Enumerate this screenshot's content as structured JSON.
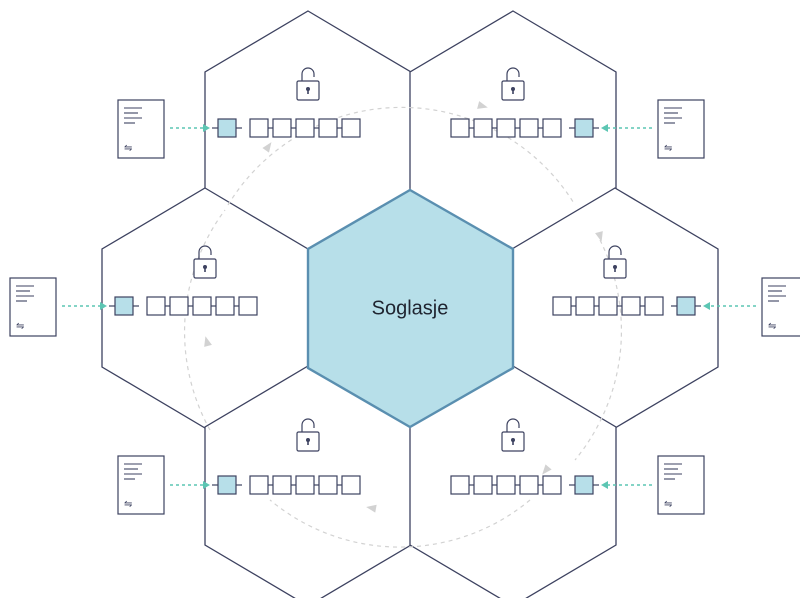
{
  "diagram": {
    "center_label": "Soglasje",
    "colors": {
      "center_fill": "#b7dfe9",
      "center_stroke": "#5a8fb0",
      "accent_fill": "#b7dfe9",
      "arrow": "#5cc6b3"
    },
    "nodes": [
      {
        "id": "top-left",
        "icon": "unlocked-padlock-icon",
        "new_block_side": "left",
        "document_icon": "document-icon"
      },
      {
        "id": "top-right",
        "icon": "unlocked-padlock-icon",
        "new_block_side": "right",
        "document_icon": "document-icon"
      },
      {
        "id": "middle-left",
        "icon": "unlocked-padlock-icon",
        "new_block_side": "left",
        "document_icon": "document-icon"
      },
      {
        "id": "middle-right",
        "icon": "unlocked-padlock-icon",
        "new_block_side": "right",
        "document_icon": "document-icon"
      },
      {
        "id": "bottom-left",
        "icon": "unlocked-padlock-icon",
        "new_block_side": "left",
        "document_icon": "document-icon"
      },
      {
        "id": "bottom-right",
        "icon": "unlocked-padlock-icon",
        "new_block_side": "right",
        "document_icon": "document-icon"
      }
    ],
    "blocks_per_chain": 5,
    "doc_symbol": "⇋"
  }
}
